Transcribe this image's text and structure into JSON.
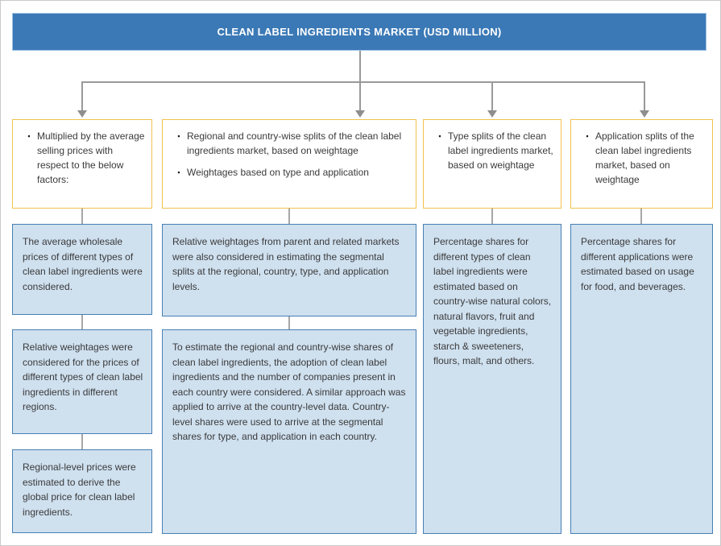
{
  "header": {
    "title": "CLEAN LABEL INGREDIENTS MARKET (USD MILLION)"
  },
  "bullet_glyph": "▪",
  "columns": [
    {
      "top_box": {
        "bullets": [
          "Multiplied by the average selling prices with respect to the below factors:"
        ]
      },
      "steps": [
        "The average wholesale prices of different types of clean label ingredients were considered.",
        "Relative weightages were considered for the prices of different types of clean label ingredients in different regions.",
        "Regional-level prices were estimated to derive the global price for clean label ingredients."
      ]
    },
    {
      "top_box": {
        "bullets": [
          "Regional and country-wise splits of the clean label ingredients market, based on weightage",
          "Weightages based on type and application"
        ]
      },
      "steps": [
        "Relative weightages from parent and related markets were also considered in estimating the segmental splits at the regional, country, type, and application levels.",
        "To estimate the regional and country-wise shares of clean label ingredients, the adoption of clean label ingredients and the number of companies present in each country were considered. A similar approach was applied to arrive at the country-level data. Country-level shares were used to arrive at the segmental shares for type, and application in each country."
      ]
    },
    {
      "top_box": {
        "bullets": [
          "Type splits of the clean label ingredients market, based on weightage"
        ]
      },
      "steps": [
        "Percentage shares for different types of clean label ingredients were estimated based on country-wise natural colors, natural flavors, fruit and vegetable ingredients, starch & sweeteners, flours, malt, and others."
      ]
    },
    {
      "top_box": {
        "bullets": [
          "Application splits of the clean label ingredients market, based on weightage"
        ]
      },
      "steps": [
        "Percentage shares for different applications were estimated based on usage for food, and beverages."
      ]
    }
  ],
  "colors": {
    "header_bg": "#3b79b6",
    "header_text": "#ffffff",
    "top_box_border": "#f2c14e",
    "process_box_fill": "#cfe0ef",
    "process_box_border": "#4680b4",
    "connector": "#999999",
    "body_text": "#3a3a3a"
  }
}
